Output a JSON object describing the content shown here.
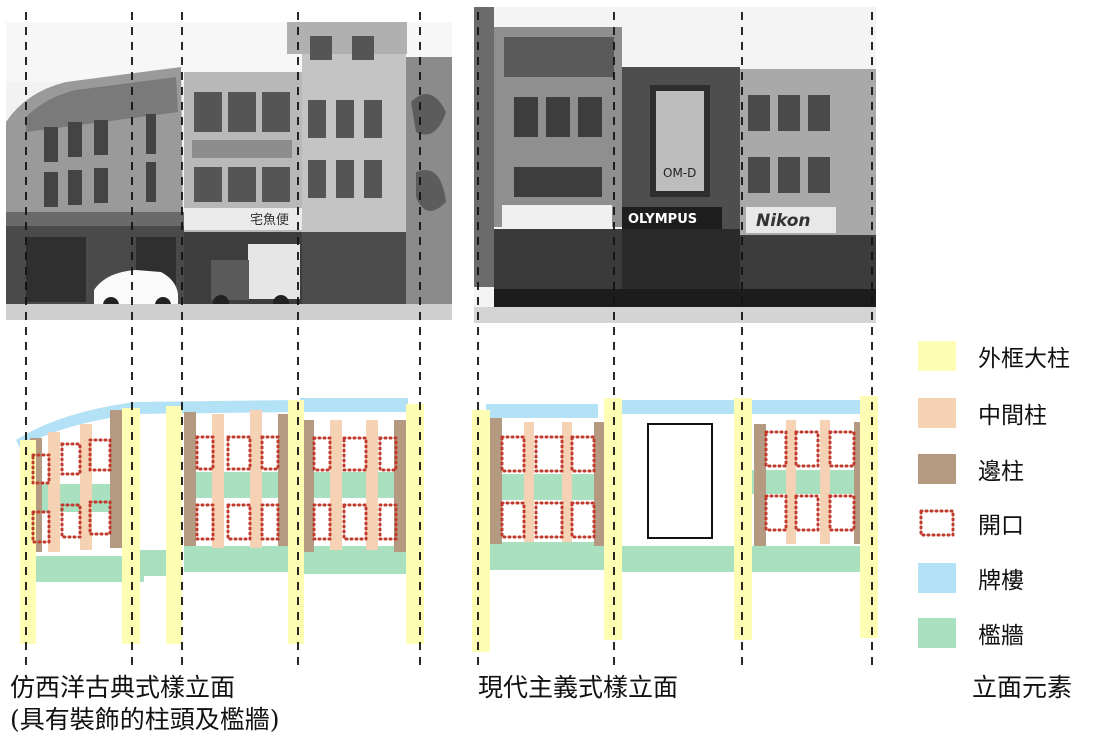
{
  "captions": {
    "left_title": "仿西洋古典式樣立面",
    "left_subtitle": "(具有裝飾的柱頭及檻牆)",
    "right_title": "現代主義式樣立面",
    "legend_title": "立面元素"
  },
  "signs": {
    "shop_left": "宅魚便",
    "olympus": "OLYMPUS",
    "nikon": "Nikon",
    "omd": "OM-D"
  },
  "legend": [
    {
      "label": "外框大柱",
      "color": "#fdfdb4",
      "type": "fill"
    },
    {
      "label": "中間柱",
      "color": "#f6d2b5",
      "type": "fill"
    },
    {
      "label": "邊柱",
      "color": "#b49a80",
      "type": "fill"
    },
    {
      "label": "開口",
      "color": "#c0392b",
      "type": "dots"
    },
    {
      "label": "牌樓",
      "color": "#b3e1f5",
      "type": "fill"
    },
    {
      "label": "檻牆",
      "color": "#a8e0c0",
      "type": "fill"
    }
  ],
  "colors": {
    "outer_column": "#fdfdb4",
    "middle_column": "#f6d2b5",
    "edge_column": "#b49a80",
    "opening_dots": "#c0392b",
    "arcade": "#b3e1f5",
    "sill_wall": "#a8e0c0"
  }
}
